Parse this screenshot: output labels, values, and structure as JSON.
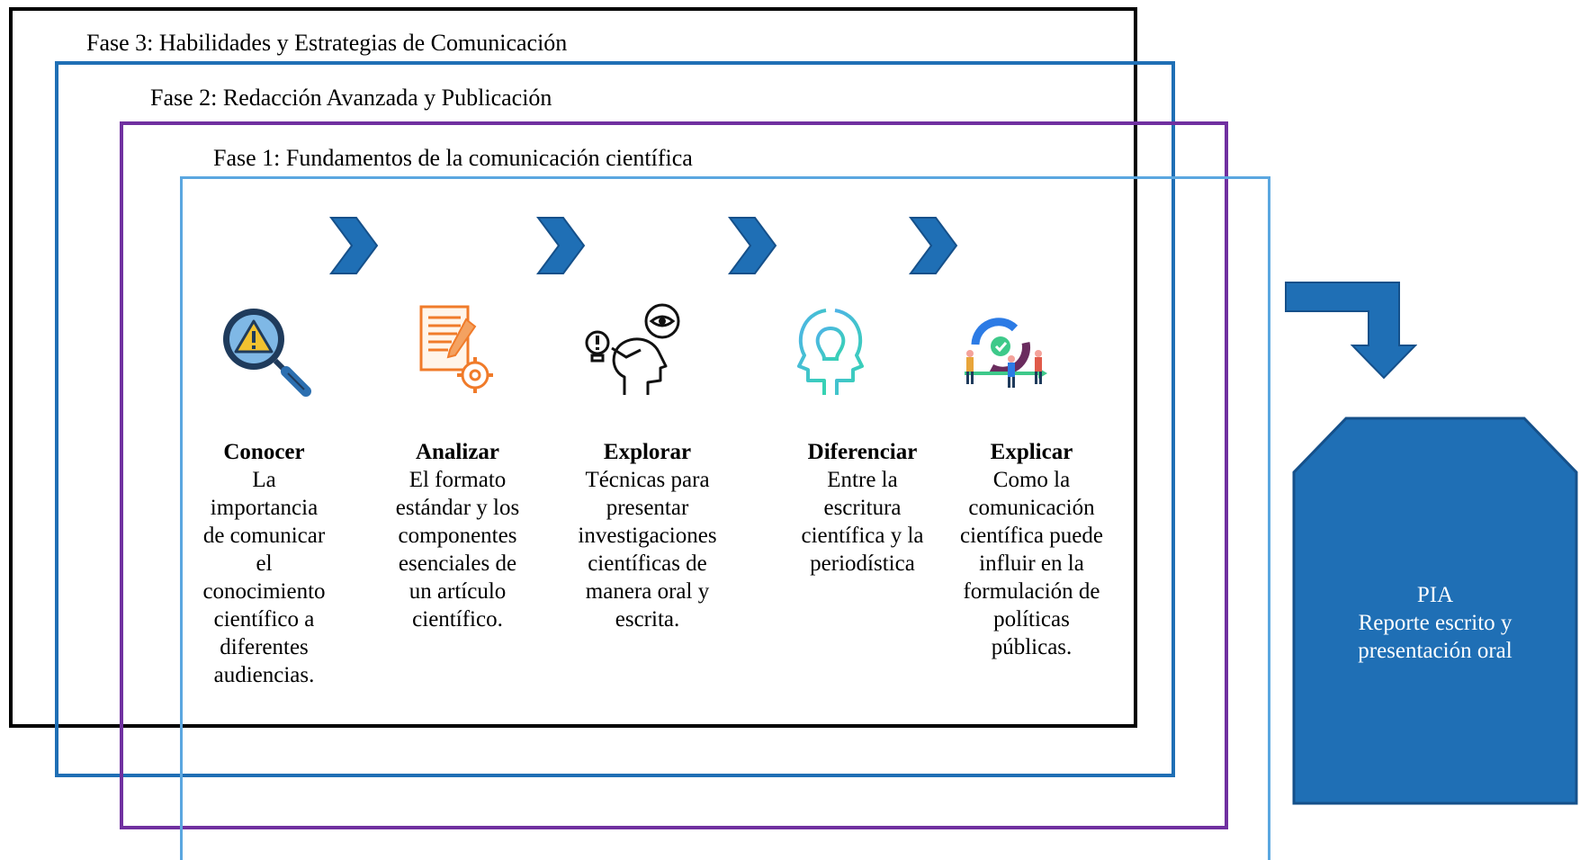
{
  "phases": {
    "phase3": "Fase 3: Habilidades y Estrategias de Comunicación",
    "phase2": "Fase 2: Redacción Avanzada y Publicación",
    "phase1": "Fase 1: Fundamentos de la comunicación científica"
  },
  "steps": [
    {
      "verb": "Conocer",
      "text": "La importancia de comunicar el conocimiento científico a diferentes audiencias.",
      "icon": "magnifier-warning-icon"
    },
    {
      "verb": "Analizar",
      "text": "El formato estándar y los componentes esenciales de un artículo científico.",
      "icon": "document-gear-icon"
    },
    {
      "verb": "Explorar",
      "text": "Técnicas para presentar investigaciones científicas de manera oral y escrita.",
      "icon": "head-idea-eye-icon"
    },
    {
      "verb": "Diferenciar",
      "text": "Entre la escritura científica y la periodística",
      "icon": "two-heads-bulb-icon"
    },
    {
      "verb": "Explicar",
      "text": "Como la comunicación científica puede influir en la formulación de políticas públicas.",
      "icon": "team-cycle-icon"
    }
  ],
  "output": {
    "title": "PIA",
    "line2": "Reporte escrito y",
    "line3": "presentación oral"
  },
  "colors": {
    "phase3_border": "#000000",
    "phase2_border": "#1f6fb5",
    "phase1_border": "#7030a0",
    "inner_border": "#5ba7e0",
    "accent_blue": "#1f6fb5"
  }
}
